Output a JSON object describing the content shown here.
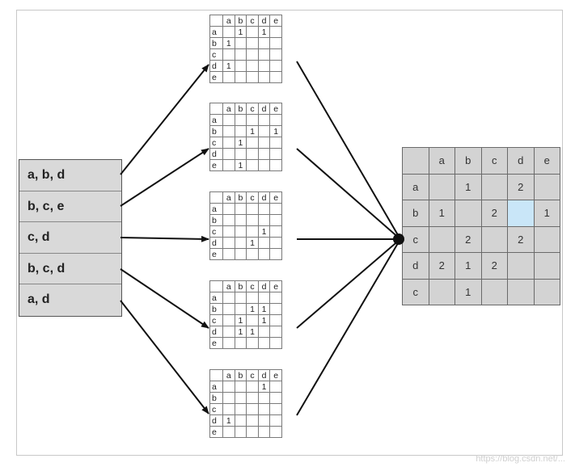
{
  "transactions": [
    "a, b, d",
    "b, c, e",
    "c, d",
    "b, c, d",
    "a, d"
  ],
  "matrix_headers": [
    "a",
    "b",
    "c",
    "d",
    "e"
  ],
  "matrices": [
    [
      [
        "",
        "",
        "1",
        "",
        "1",
        ""
      ],
      [
        "",
        "1",
        "",
        "",
        "",
        ""
      ],
      [
        "",
        "",
        "",
        "",
        "",
        ""
      ],
      [
        "",
        "1",
        "",
        "",
        "",
        ""
      ],
      [
        "",
        "",
        "",
        "",
        "",
        ""
      ]
    ],
    [
      [
        "",
        "",
        "",
        "",
        "",
        ""
      ],
      [
        "",
        "",
        "",
        "1",
        "",
        "1"
      ],
      [
        "",
        "",
        "1",
        "",
        "",
        ""
      ],
      [
        "",
        "",
        "",
        "",
        "",
        ""
      ],
      [
        "",
        "",
        "1",
        "",
        "",
        ""
      ]
    ],
    [
      [
        "",
        "",
        "",
        "",
        "",
        ""
      ],
      [
        "",
        "",
        "",
        "",
        "",
        ""
      ],
      [
        "",
        "",
        "",
        "",
        "1",
        ""
      ],
      [
        "",
        "",
        "",
        "1",
        "",
        ""
      ],
      [
        "",
        "",
        "",
        "",
        "",
        ""
      ]
    ],
    [
      [
        "",
        "",
        "",
        "",
        "",
        ""
      ],
      [
        "",
        "",
        "",
        "1",
        "1",
        ""
      ],
      [
        "",
        "",
        "1",
        "",
        "1",
        ""
      ],
      [
        "",
        "",
        "1",
        "1",
        "",
        ""
      ],
      [
        "",
        "",
        "",
        "",
        "",
        ""
      ]
    ],
    [
      [
        "",
        "",
        "",
        "",
        "1",
        ""
      ],
      [
        "",
        "",
        "",
        "",
        "",
        ""
      ],
      [
        "",
        "",
        "",
        "",
        "",
        ""
      ],
      [
        "",
        "1",
        "",
        "",
        "",
        ""
      ],
      [
        "",
        "",
        "",
        "",
        "",
        ""
      ]
    ]
  ],
  "result": {
    "col_headers": [
      "a",
      "b",
      "c",
      "d",
      "e"
    ],
    "row_labels": [
      "a",
      "b",
      "c",
      "d",
      "c"
    ],
    "cells": [
      [
        "",
        "1",
        "",
        "2",
        ""
      ],
      [
        "1",
        "",
        "2",
        "",
        "1"
      ],
      [
        "",
        "2",
        "",
        "2",
        ""
      ],
      [
        "2",
        "1",
        "2",
        "",
        ""
      ],
      [
        "",
        "1",
        "",
        "",
        ""
      ]
    ],
    "highlight_cell": [
      1,
      3
    ],
    "highlight_color": "#c9e6f8"
  },
  "watermark": "https://blog.csdn.net/..."
}
